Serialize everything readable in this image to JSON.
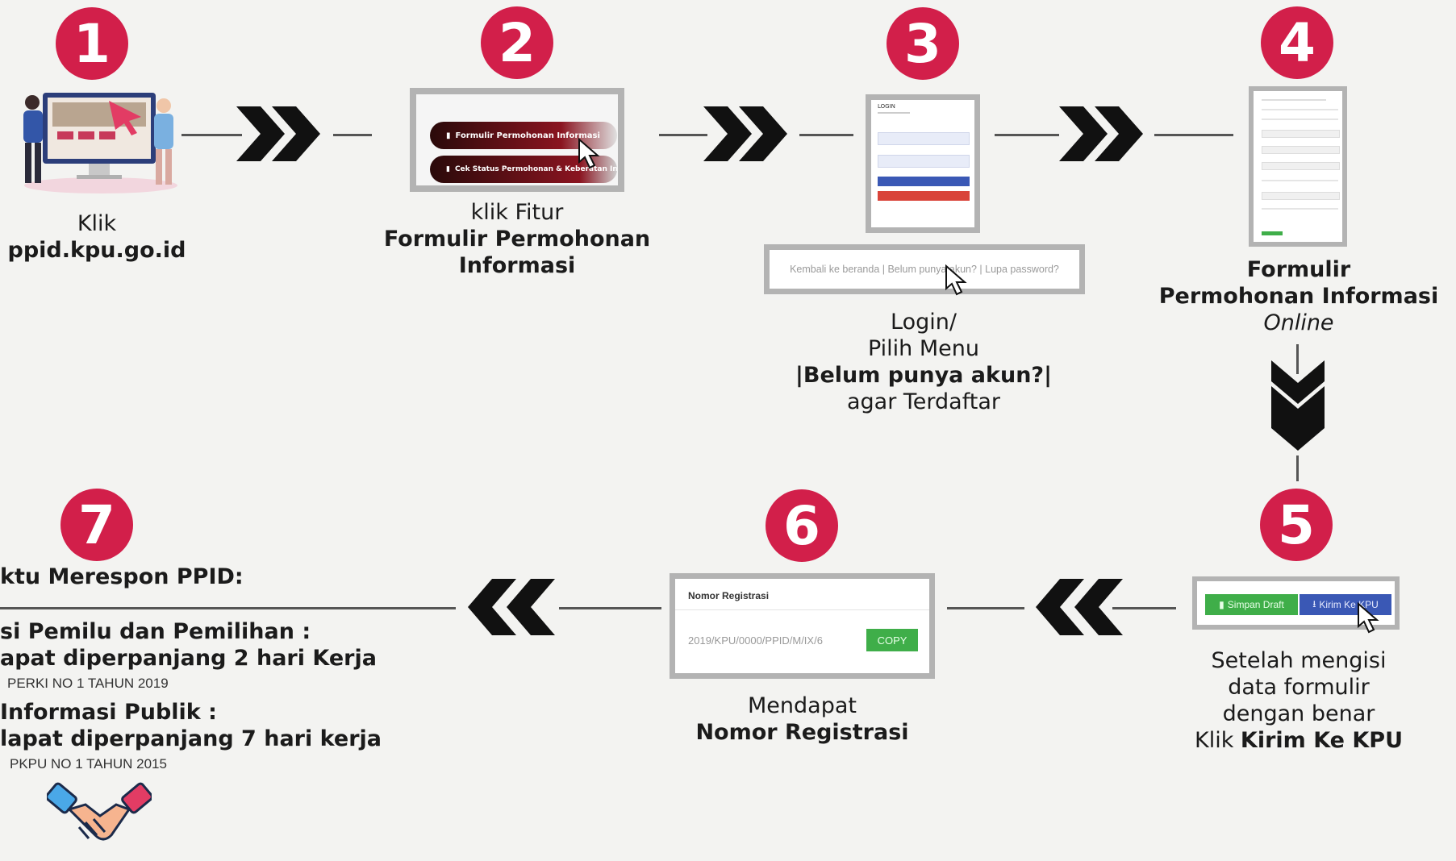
{
  "steps": {
    "s1": {
      "number": "1",
      "line1": "Klik",
      "line2": "ppid.kpu.go.id"
    },
    "s2": {
      "number": "2",
      "line1": "klik Fitur",
      "line2": "Formulir Permohonan",
      "line3": "Informasi",
      "btn1": "Formulir Permohonan Informasi",
      "btn2": "Cek Status Permohonan & Keberatan In"
    },
    "s3": {
      "number": "3",
      "login_title": "LOGIN",
      "link_bar": "Kembali ke beranda | Belum punya akun? | Lupa password?",
      "line1": "Login/",
      "line2": "Pilih Menu",
      "line3": "|Belum punya akun?|",
      "line4": "agar Terdaftar"
    },
    "s4": {
      "number": "4",
      "line1": "Formulir",
      "line2": "Permohonan Informasi",
      "line3": "Online"
    },
    "s5": {
      "number": "5",
      "btn_draft": "Simpan Draft",
      "btn_send": "Kirim Ke KPU",
      "line1": "Setelah mengisi",
      "line2": "data formulir",
      "line3": "dengan benar",
      "line4_prefix": "Klik ",
      "line4_bold": "Kirim Ke KPU"
    },
    "s6": {
      "number": "6",
      "panel_title": "Nomor Registrasi",
      "reg_value": "2019/KPU/0000/PPID/M/IX/6",
      "copy": "COPY",
      "line1": "Mendapat",
      "line2": "Nomor Registrasi"
    },
    "s7": {
      "number": "7",
      "heading": "ktu Merespon PPID:",
      "item1_title": "si Pemilu dan Pemilihan :",
      "item1_desc": "apat diperpanjang 2 hari Kerja",
      "item1_ref": "PERKI NO 1 TAHUN 2019",
      "item2_title": "Informasi Publik :",
      "item2_desc": "lapat diperpanjang 7 hari kerja",
      "item2_ref": "PKPU NO 1 TAHUN 2015"
    }
  },
  "colors": {
    "badge": "#d21f4a",
    "green": "#3fae49",
    "blue": "#3a58b5",
    "dark_red": "#7a0f1b"
  },
  "icons": [
    "people-at-computer-icon",
    "chevron-right-icon",
    "chevron-down-icon",
    "chevron-left-icon",
    "cursor-icon",
    "handshake-icon",
    "document-icon",
    "download-icon"
  ]
}
